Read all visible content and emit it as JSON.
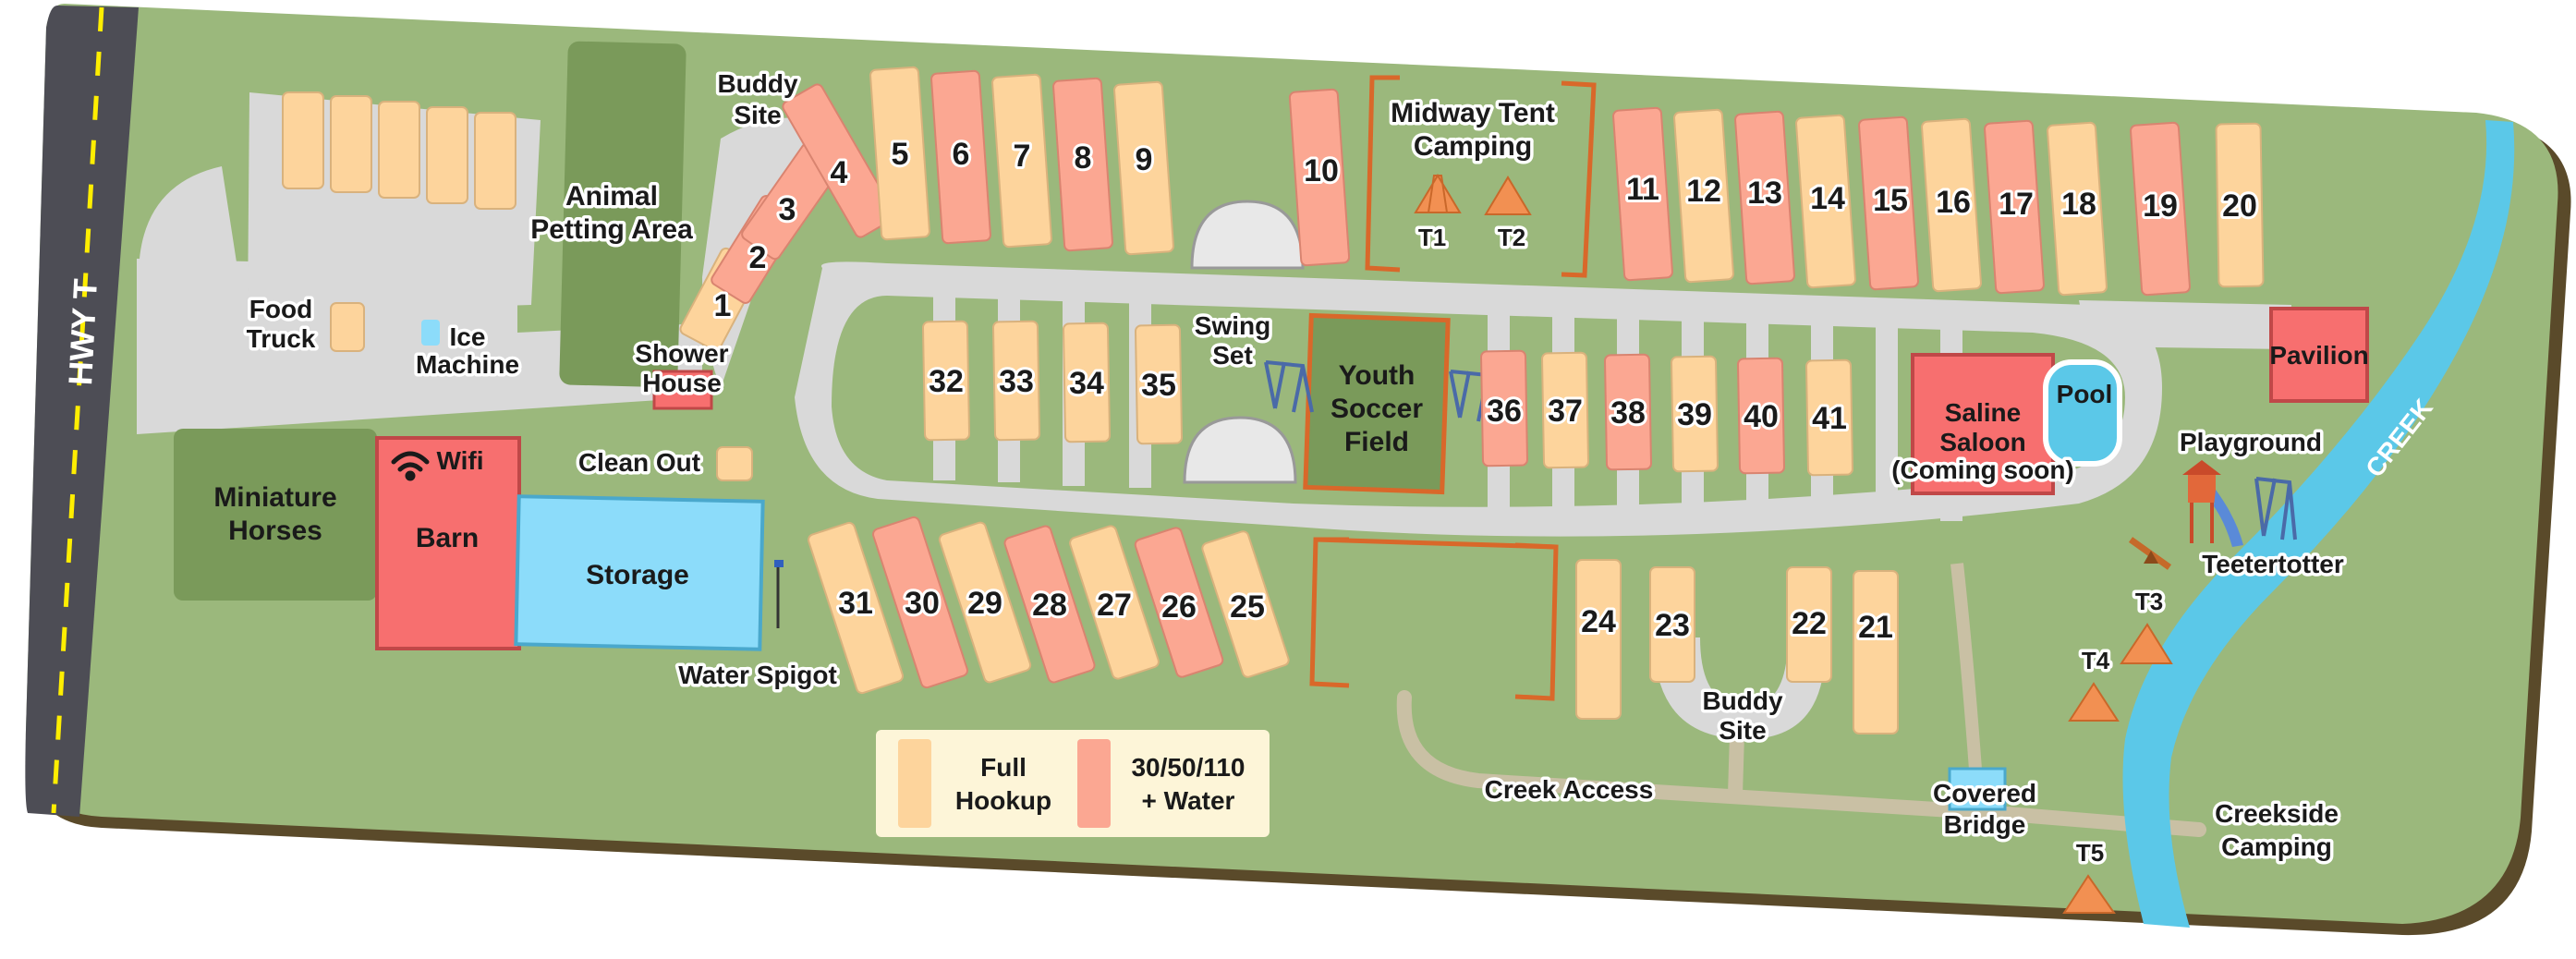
{
  "colors": {
    "grass": "#9bb87c",
    "grass_dark": "#7a9a5a",
    "edge": "#5a4a2a",
    "road": "#d9d9d9",
    "road_dark": "#4d4d55",
    "full_hookup": "#fdd49c",
    "partial_hookup": "#fba792",
    "building_red": "#f76f6f",
    "building_blue": "#8cdcfa",
    "creek": "#5bc8e8",
    "tent": "#f29052",
    "path": "#c9c0a4"
  },
  "highway": {
    "label": "HWY T"
  },
  "creek": {
    "label": "CREEK"
  },
  "legend": {
    "full_line1": "Full",
    "full_line2": "Hookup",
    "partial_line1": "30/50/110",
    "partial_line2": "+ Water"
  },
  "buildings": {
    "barn": "Barn",
    "wifi": "Wifi",
    "storage": "Storage",
    "shower_line1": "Shower",
    "shower_line2": "House",
    "saloon_line1": "Saline",
    "saloon_line2": "Saloon",
    "saloon_line3": "(Coming soon)",
    "pool": "Pool",
    "pavilion": "Pavilion",
    "covered_bridge_line1": "Covered",
    "covered_bridge_line2": "Bridge"
  },
  "areas": {
    "animal_line1": "Animal",
    "animal_line2": "Petting Area",
    "mini_line1": "Miniature",
    "mini_line2": "Horses",
    "youth_line1": "Youth",
    "youth_line2": "Soccer",
    "youth_line3": "Field",
    "midway_line1": "Midway Tent",
    "midway_line2": "Camping",
    "creekside_line1": "Creekside",
    "creekside_line2": "Camping"
  },
  "amenities": {
    "food_line1": "Food",
    "food_line2": "Truck",
    "ice_line1": "Ice",
    "ice_line2": "Machine",
    "clean_out": "Clean Out",
    "water_spigot": "Water Spigot",
    "swing_line1": "Swing",
    "swing_line2": "Set",
    "playground": "Playground",
    "teetertotter": "Teetertotter",
    "creek_access": "Creek Access",
    "buddy_line1": "Buddy",
    "buddy_top_line2": "Site",
    "buddy_bottom_line2": "Site"
  },
  "tents": [
    "T1",
    "T2",
    "T3",
    "T4",
    "T5"
  ],
  "sites": {
    "row_a": [
      "1",
      "2",
      "3",
      "4",
      "5",
      "6",
      "7",
      "8",
      "9",
      "10"
    ],
    "row_b": [
      "11",
      "12",
      "13",
      "14",
      "15",
      "16",
      "17",
      "18",
      "19",
      "20"
    ],
    "row_c": [
      "32",
      "33",
      "34",
      "35"
    ],
    "row_d": [
      "36",
      "37",
      "38",
      "39",
      "40",
      "41"
    ],
    "row_e": [
      "31",
      "30",
      "29",
      "28",
      "27",
      "26",
      "25"
    ],
    "row_f": [
      "24",
      "23",
      "22",
      "21"
    ]
  }
}
